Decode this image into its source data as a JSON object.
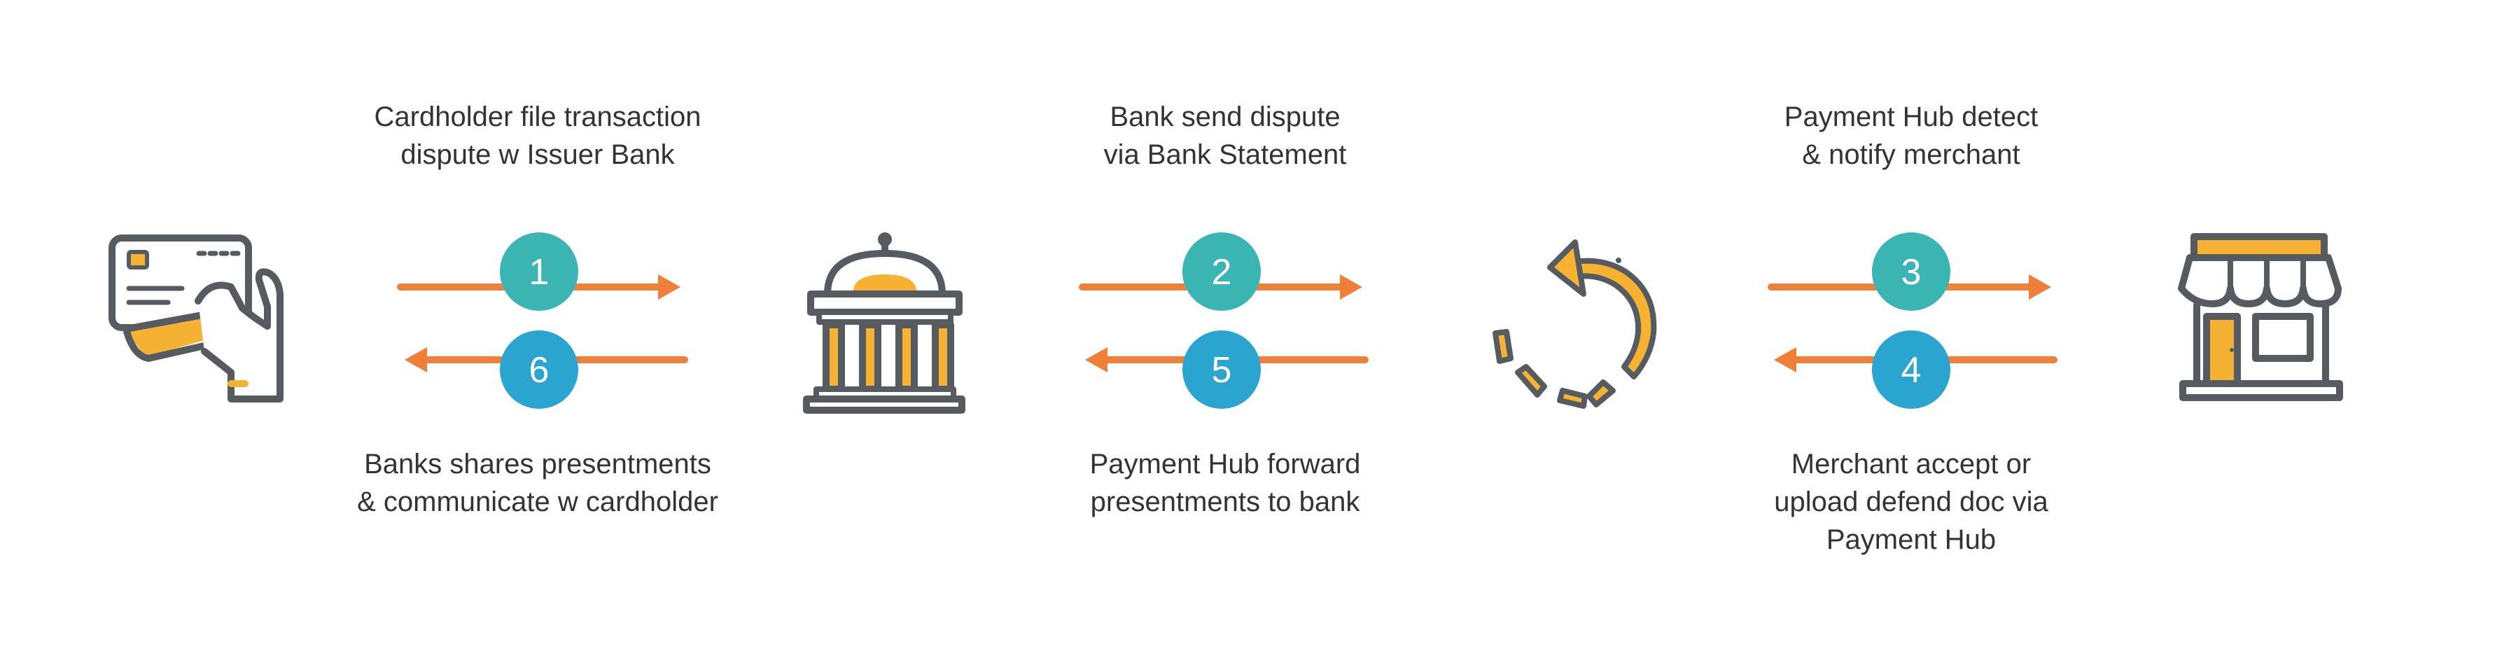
{
  "colors": {
    "outline": "#555b61",
    "accent": "#f6b233",
    "arrow": "#f07f3a",
    "teal": "#3bb4b4",
    "blue": "#2ba5cf"
  },
  "icons": {
    "cardholder": "hand-card-icon",
    "bank": "bank-building-icon",
    "hub": "circular-refresh-icon",
    "merchant": "store-icon"
  },
  "steps": [
    {
      "number": "1",
      "lines": [
        "Cardholder file transaction",
        "dispute w Issuer Bank"
      ]
    },
    {
      "number": "2",
      "lines": [
        "Bank send dispute",
        "via Bank Statement"
      ]
    },
    {
      "number": "3",
      "lines": [
        "Payment Hub detect",
        "& notify merchant"
      ]
    },
    {
      "number": "4",
      "lines": [
        "Merchant accept or",
        "upload defend doc via",
        "Payment Hub"
      ]
    },
    {
      "number": "5",
      "lines": [
        "Payment Hub forward",
        "presentments to bank"
      ]
    },
    {
      "number": "6",
      "lines": [
        "Banks shares presentments",
        "& communicate w cardholder"
      ]
    }
  ]
}
